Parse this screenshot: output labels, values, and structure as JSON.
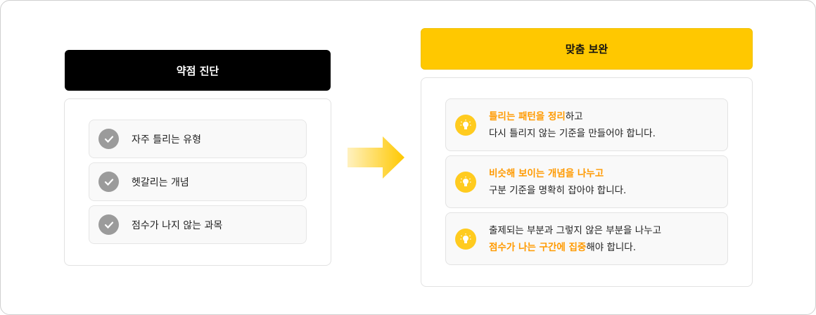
{
  "left": {
    "title": "약점 진단",
    "items": [
      "자주 틀리는 유형",
      "헷갈리는 개념",
      "점수가 나지 않는 과목"
    ]
  },
  "right": {
    "title": "맞춤 보완",
    "cards": [
      {
        "l1a": "틀리는 패턴을 정리",
        "l1b": "하고",
        "l2a": "다시 틀리지 않는 기준을 만들어야 합니다.",
        "l2b": ""
      },
      {
        "l1a": "비슷해 보이는 개념을 나누고",
        "l1b": "",
        "l2a": "구분 기준을 명확히 잡아야 합니다.",
        "l2b": ""
      },
      {
        "l1a": "",
        "l1b": "출제되는 부분과 그렇지 않은 부분을 나누고",
        "l2o": "점수가 나는 구간에 집중",
        "l2a": "해야 합니다."
      }
    ]
  },
  "colors": {
    "accent": "#FFC800",
    "highlight": "#FF9A00"
  }
}
